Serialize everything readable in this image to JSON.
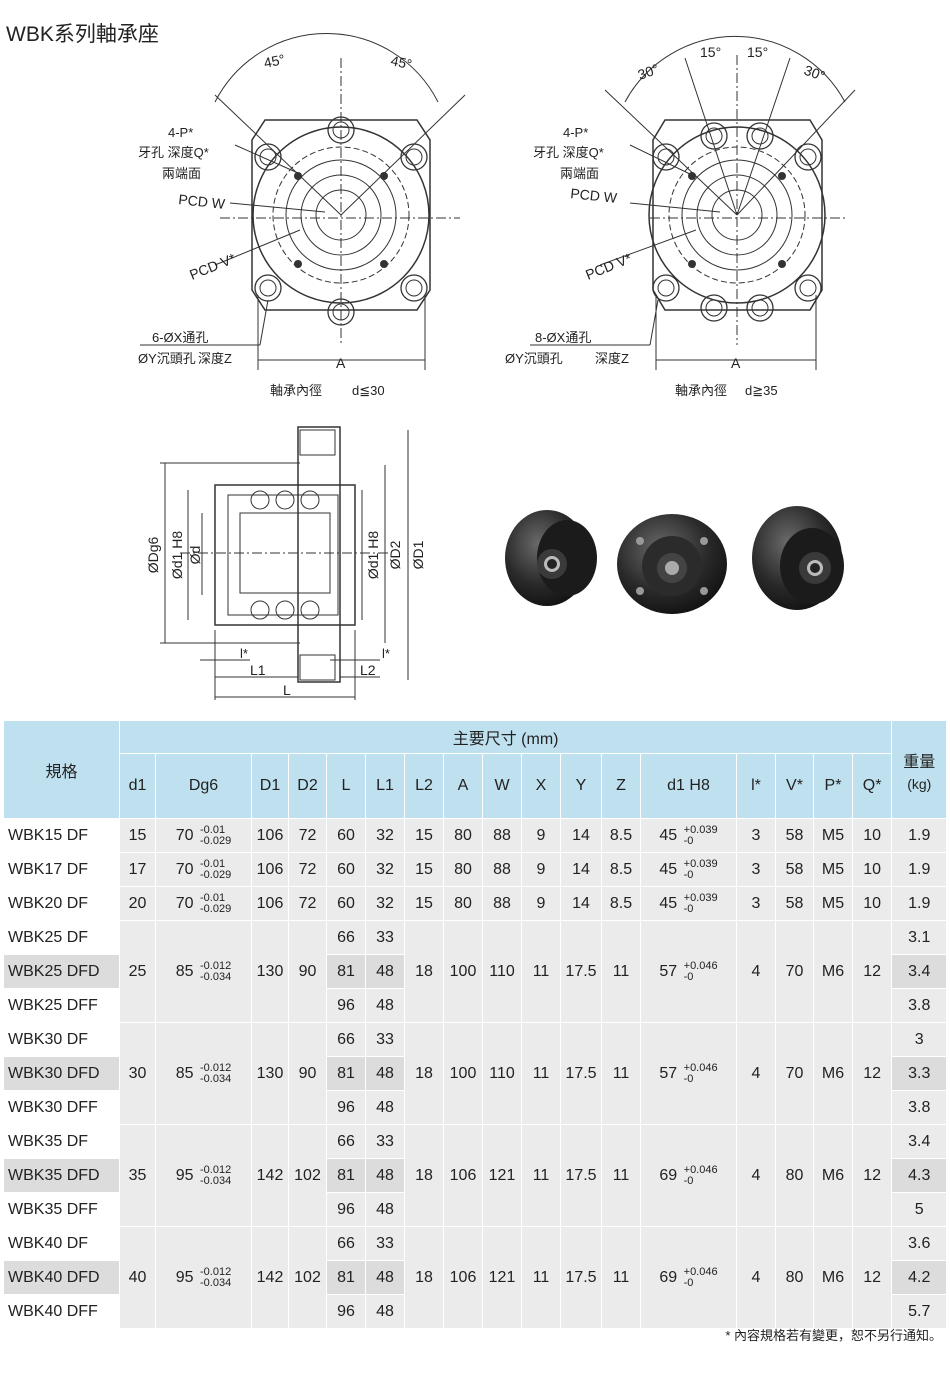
{
  "page_title": "WBK系列軸承座",
  "drawing_left": {
    "angles": [
      "45°",
      "45°"
    ],
    "labels": [
      "4-P*",
      "牙孔 深度Q*",
      "兩端面",
      "PCD W",
      "PCD V*",
      "6-ØX通孔",
      "ØY沉頭孔",
      "深度Z",
      "A"
    ],
    "caption": "軸承內徑",
    "cond": "d≦30"
  },
  "drawing_right": {
    "angles": [
      "30°",
      "15°",
      "15°",
      "30°"
    ],
    "labels": [
      "4-P*",
      "牙孔 深度Q*",
      "兩端面",
      "PCD W",
      "PCD V*",
      "8-ØX通孔",
      "ØY沉頭孔",
      "深度Z",
      "A"
    ],
    "caption": "軸承內徑",
    "cond": "d≧35"
  },
  "section_drawing": {
    "labels": [
      "ØDg6",
      "Ød1 H8",
      "Ød",
      "Ød1 H8",
      "ØD2",
      "ØD1",
      "l*",
      "L1",
      "l*",
      "L2",
      "L"
    ]
  },
  "table": {
    "spec_header": "規格",
    "group_header": "主要尺寸 (mm)",
    "columns": [
      "d1",
      "Dg6",
      "D1",
      "D2",
      "L",
      "L1",
      "L2",
      "A",
      "W",
      "X",
      "Y",
      "Z",
      "d1 H8",
      "l*",
      "V*",
      "P*",
      "Q*"
    ],
    "weight_header": [
      "重量",
      "(kg)"
    ],
    "groups": [
      {
        "rows": [
          {
            "model": "WBK15 DF",
            "L": "60",
            "L1": "32",
            "weight": "1.9"
          }
        ],
        "d1": "15",
        "Dg6": "70",
        "Dg6_tol": [
          "-0.01",
          "-0.029"
        ],
        "D1": "106",
        "D2": "72",
        "L2": "15",
        "A": "80",
        "W": "88",
        "X": "9",
        "Y": "14",
        "Z": "8.5",
        "d1H8": "45",
        "d1H8_tol": [
          "+0.039",
          "-0"
        ],
        "l": "3",
        "V": "58",
        "P": "M5",
        "Q": "10"
      },
      {
        "rows": [
          {
            "model": "WBK17 DF",
            "L": "60",
            "L1": "32",
            "weight": "1.9"
          }
        ],
        "d1": "17",
        "Dg6": "70",
        "Dg6_tol": [
          "-0.01",
          "-0.029"
        ],
        "D1": "106",
        "D2": "72",
        "L2": "15",
        "A": "80",
        "W": "88",
        "X": "9",
        "Y": "14",
        "Z": "8.5",
        "d1H8": "45",
        "d1H8_tol": [
          "+0.039",
          "-0"
        ],
        "l": "3",
        "V": "58",
        "P": "M5",
        "Q": "10"
      },
      {
        "rows": [
          {
            "model": "WBK20 DF",
            "L": "60",
            "L1": "32",
            "weight": "1.9"
          }
        ],
        "d1": "20",
        "Dg6": "70",
        "Dg6_tol": [
          "-0.01",
          "-0.029"
        ],
        "D1": "106",
        "D2": "72",
        "L2": "15",
        "A": "80",
        "W": "88",
        "X": "9",
        "Y": "14",
        "Z": "8.5",
        "d1H8": "45",
        "d1H8_tol": [
          "+0.039",
          "-0"
        ],
        "l": "3",
        "V": "58",
        "P": "M5",
        "Q": "10"
      },
      {
        "rows": [
          {
            "model": "WBK25 DF",
            "L": "66",
            "L1": "33",
            "weight": "3.1"
          },
          {
            "model": "WBK25 DFD",
            "L": "81",
            "L1": "48",
            "weight": "3.4"
          },
          {
            "model": "WBK25 DFF",
            "L": "96",
            "L1": "48",
            "weight": "3.8"
          }
        ],
        "d1": "25",
        "Dg6": "85",
        "Dg6_tol": [
          "-0.012",
          "-0.034"
        ],
        "D1": "130",
        "D2": "90",
        "L2": "18",
        "A": "100",
        "W": "110",
        "X": "11",
        "Y": "17.5",
        "Z": "11",
        "d1H8": "57",
        "d1H8_tol": [
          "+0.046",
          "-0"
        ],
        "l": "4",
        "V": "70",
        "P": "M6",
        "Q": "12"
      },
      {
        "rows": [
          {
            "model": "WBK30 DF",
            "L": "66",
            "L1": "33",
            "weight": "3"
          },
          {
            "model": "WBK30 DFD",
            "L": "81",
            "L1": "48",
            "weight": "3.3"
          },
          {
            "model": "WBK30 DFF",
            "L": "96",
            "L1": "48",
            "weight": "3.8"
          }
        ],
        "d1": "30",
        "Dg6": "85",
        "Dg6_tol": [
          "-0.012",
          "-0.034"
        ],
        "D1": "130",
        "D2": "90",
        "L2": "18",
        "A": "100",
        "W": "110",
        "X": "11",
        "Y": "17.5",
        "Z": "11",
        "d1H8": "57",
        "d1H8_tol": [
          "+0.046",
          "-0"
        ],
        "l": "4",
        "V": "70",
        "P": "M6",
        "Q": "12"
      },
      {
        "rows": [
          {
            "model": "WBK35 DF",
            "L": "66",
            "L1": "33",
            "weight": "3.4"
          },
          {
            "model": "WBK35 DFD",
            "L": "81",
            "L1": "48",
            "weight": "4.3"
          },
          {
            "model": "WBK35 DFF",
            "L": "96",
            "L1": "48",
            "weight": "5"
          }
        ],
        "d1": "35",
        "Dg6": "95",
        "Dg6_tol": [
          "-0.012",
          "-0.034"
        ],
        "D1": "142",
        "D2": "102",
        "L2": "18",
        "A": "106",
        "W": "121",
        "X": "11",
        "Y": "17.5",
        "Z": "11",
        "d1H8": "69",
        "d1H8_tol": [
          "+0.046",
          "-0"
        ],
        "l": "4",
        "V": "80",
        "P": "M6",
        "Q": "12"
      },
      {
        "rows": [
          {
            "model": "WBK40 DF",
            "L": "66",
            "L1": "33",
            "weight": "3.6"
          },
          {
            "model": "WBK40 DFD",
            "L": "81",
            "L1": "48",
            "weight": "4.2"
          },
          {
            "model": "WBK40 DFF",
            "L": "96",
            "L1": "48",
            "weight": "5.7"
          }
        ],
        "d1": "40",
        "Dg6": "95",
        "Dg6_tol": [
          "-0.012",
          "-0.034"
        ],
        "D1": "142",
        "D2": "102",
        "L2": "18",
        "A": "106",
        "W": "121",
        "X": "11",
        "Y": "17.5",
        "Z": "11",
        "d1H8": "69",
        "d1H8_tol": [
          "+0.046",
          "-0"
        ],
        "l": "4",
        "V": "80",
        "P": "M6",
        "Q": "12"
      }
    ]
  },
  "footnote": "* 內容規格若有變更，恕不另行通知。",
  "colors": {
    "header_bg": "#bfe1ef",
    "cell_bg": "#ebebeb",
    "cell_alt": "#dcdcdc"
  }
}
